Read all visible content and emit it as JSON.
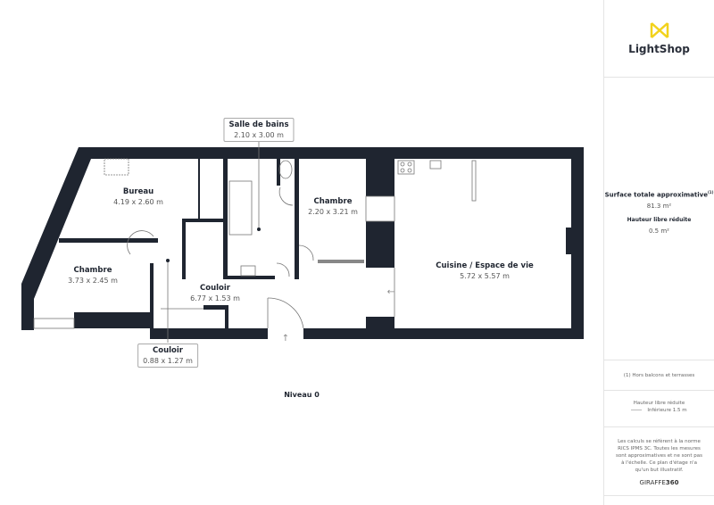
{
  "rooms": {
    "salle_de_bains": {
      "name": "Salle de bains",
      "dims": "2.10 x 3.00 m"
    },
    "bureau": {
      "name": "Bureau",
      "dims": "4.19 x 2.60 m"
    },
    "chambre_1": {
      "name": "Chambre",
      "dims": "3.73 x 2.45 m"
    },
    "couloir_1": {
      "name": "Couloir",
      "dims": "6.77 x 1.53 m"
    },
    "chambre_2": {
      "name": "Chambre",
      "dims": "2.20 x 3.21 m"
    },
    "cuisine": {
      "name": "Cuisine / Espace de vie",
      "dims": "5.72 x 5.57 m"
    },
    "couloir_2": {
      "name": "Couloir",
      "dims": "0.88 x 1.27 m"
    }
  },
  "level": "Niveau 0",
  "panel": {
    "logo": "LightShop",
    "surface_label": "Surface totale approximative",
    "surface_note": "(1)",
    "surface_value": "81.3 m²",
    "hauteur_label": "Hauteur libre réduite",
    "hauteur_value": "0.5 m²",
    "footnote": "(1) Hors balcons et terrasses",
    "legend_title": "Hauteur libre réduite",
    "legend_item": "Inférieure 1.5 m",
    "disclaimer": "Les calculs se réfèrent à la norme RICS IPMS 3C. Toutes les mesures sont approximatives et ne sont pas à l'échelle. Ce plan d'étage n'a qu'un but illustratif.",
    "brand_a": "GIRAFFE",
    "brand_b": "360"
  },
  "colors": {
    "wall": "#1f2530",
    "logo": "#f2d21b"
  }
}
